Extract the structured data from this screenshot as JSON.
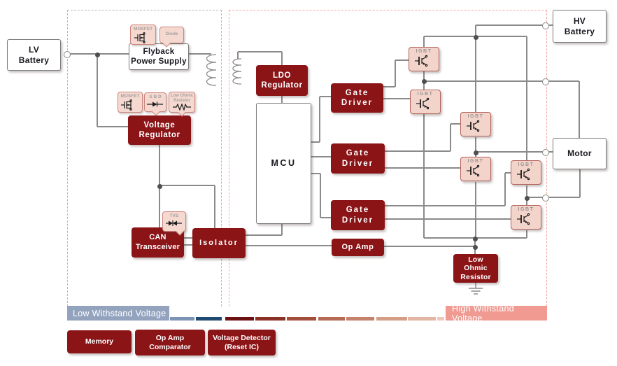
{
  "diagram": {
    "boxes": {
      "lv_battery": "LV\nBattery",
      "flyback": "Flyback\nPower Supply",
      "voltage_regulator": "Voltage\nRegulator",
      "can_transceiver": "CAN\nTransceiver",
      "isolator": "Isolator",
      "ldo_regulator": "LDO\nRegulator",
      "mcu": "MCU",
      "gate_driver": "Gate\nDriver",
      "op_amp": "Op Amp",
      "hv_battery": "HV\nBattery",
      "motor": "Motor",
      "low_ohmic_resistor": "Low\nOhmic\nResistor",
      "igbt": "IGBT"
    },
    "component_tags": {
      "mosfet": "MOSFET",
      "diode": "Diode",
      "sbd": "S B D",
      "low_ohmic_resistor": "Low Ohmic\nResistor",
      "tvs": "TVS"
    },
    "zones": {
      "low": {
        "label": "Low Withstand Voltage",
        "color": "#93A3BE"
      },
      "high": {
        "label": "High Withstand Voltage",
        "color": "#F09A92"
      }
    },
    "legend": [
      {
        "label": "Memory"
      },
      {
        "label": "Op Amp\nComparator"
      },
      {
        "label": "Voltage Detector\n(Reset IC)"
      }
    ],
    "colors": {
      "component_box": "#8B1417",
      "plain_box_border": "#7C7C7C",
      "tag_fill": "#F5D9D1",
      "tag_border": "#CD867C",
      "igbt_fill": "#F2D4CB",
      "igbt_border": "#B4635B",
      "wire": "#8A8A8A",
      "gradient": [
        "#7D95B5",
        "#1F4A72",
        "#6E1113",
        "#8C3125",
        "#A34E3C",
        "#B66A53",
        "#C5816B",
        "#D59C86",
        "#E3B5A4",
        "#EEC8BA"
      ]
    }
  }
}
